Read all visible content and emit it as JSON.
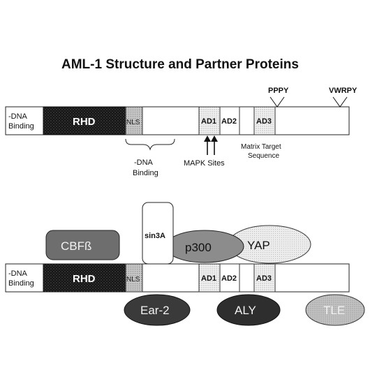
{
  "title": "AML-1 Structure and Partner Proteins",
  "top_bar": {
    "dna_binding_label": [
      "-DNA",
      "Binding"
    ],
    "rhd": "RHD",
    "nls": "NLS",
    "ad1": "AD1",
    "ad2": "AD2",
    "ad3": "AD3",
    "pppy": "PPPY",
    "vwrpy": "VWRPY",
    "brace_label": [
      "-DNA",
      "Binding"
    ],
    "mapk_label": "MAPK Sites",
    "matrix_label": [
      "Matrix Target",
      "Sequence"
    ]
  },
  "bottom_bar": {
    "dna_binding_label": [
      "-DNA",
      "Binding"
    ],
    "rhd": "RHD",
    "nls": "NLS",
    "ad1": "AD1",
    "ad2": "AD2",
    "ad3": "AD3"
  },
  "partners": {
    "cbfb": "CBFß",
    "sin3a": "sin3A",
    "p300": "p300",
    "yap": "YAP",
    "ear2": "Ear-2",
    "aly": "ALY",
    "tle": "TLE"
  },
  "colors": {
    "rhd": "#151515",
    "nls": "#b8b8b8",
    "cbfb": "#6e6e6e",
    "p300": "#8c8c8c",
    "yap": "#e9e9e9",
    "ear2": "#3a3a3a",
    "aly": "#2e2e2e",
    "tle": "#b5b5b5"
  }
}
